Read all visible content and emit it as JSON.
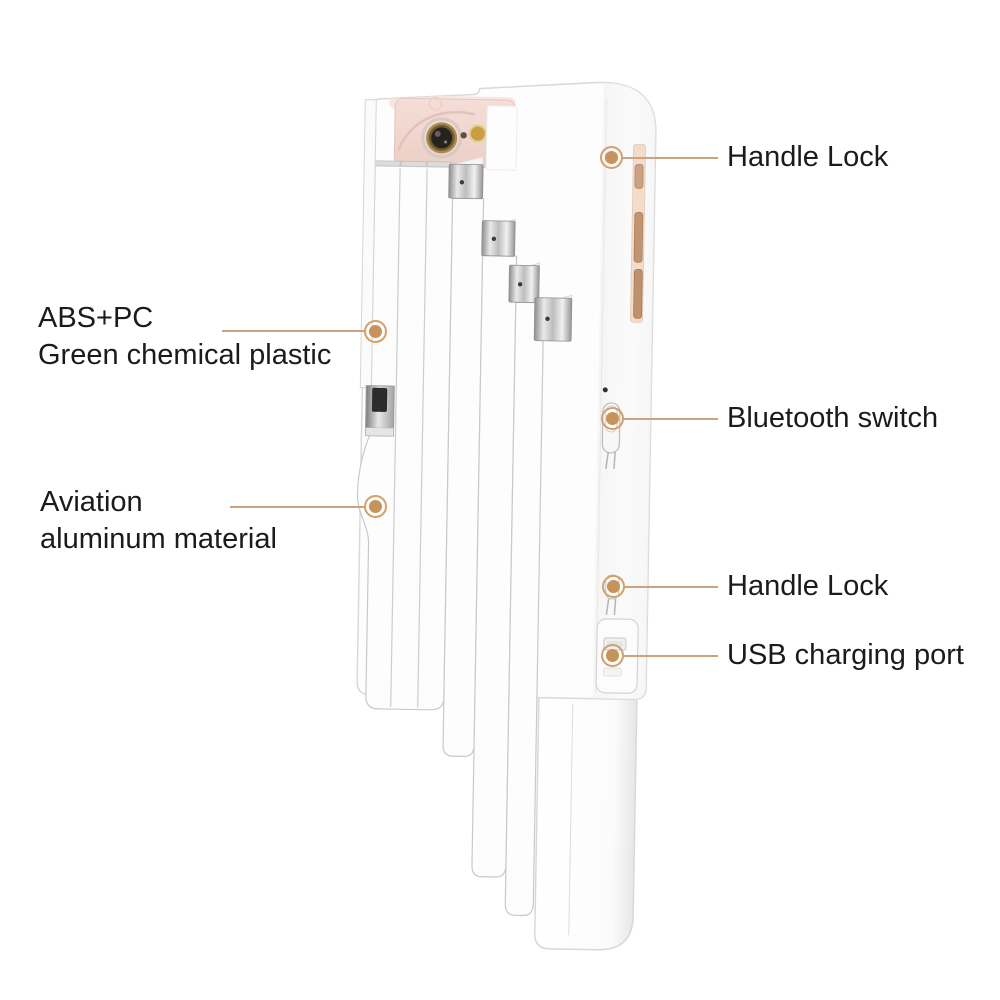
{
  "figure": {
    "type": "annotated-product-diagram",
    "background": "#ffffff",
    "product": "foldable selfie-stick phone case (white, rose-gold phone visible through camera cutout)"
  },
  "accent": {
    "dot-ring": "#d2a06b",
    "dot-core": "#c6935a",
    "lead-line": "#c9a47c",
    "label-text": "#1b1b1b"
  },
  "callouts": [
    {
      "id": "handle-lock-top",
      "lines": [
        "Handle Lock"
      ]
    },
    {
      "id": "abs-pc-material",
      "lines": [
        "ABS+PC",
        "Green chemical plastic"
      ]
    },
    {
      "id": "bluetooth-switch",
      "lines": [
        "Bluetooth switch"
      ]
    },
    {
      "id": "aviation-aluminum",
      "lines": [
        "Aviation",
        "aluminum material"
      ]
    },
    {
      "id": "handle-lock-bottom",
      "lines": [
        "Handle Lock"
      ]
    },
    {
      "id": "usb-charging-port",
      "lines": [
        "USB charging port"
      ]
    }
  ]
}
